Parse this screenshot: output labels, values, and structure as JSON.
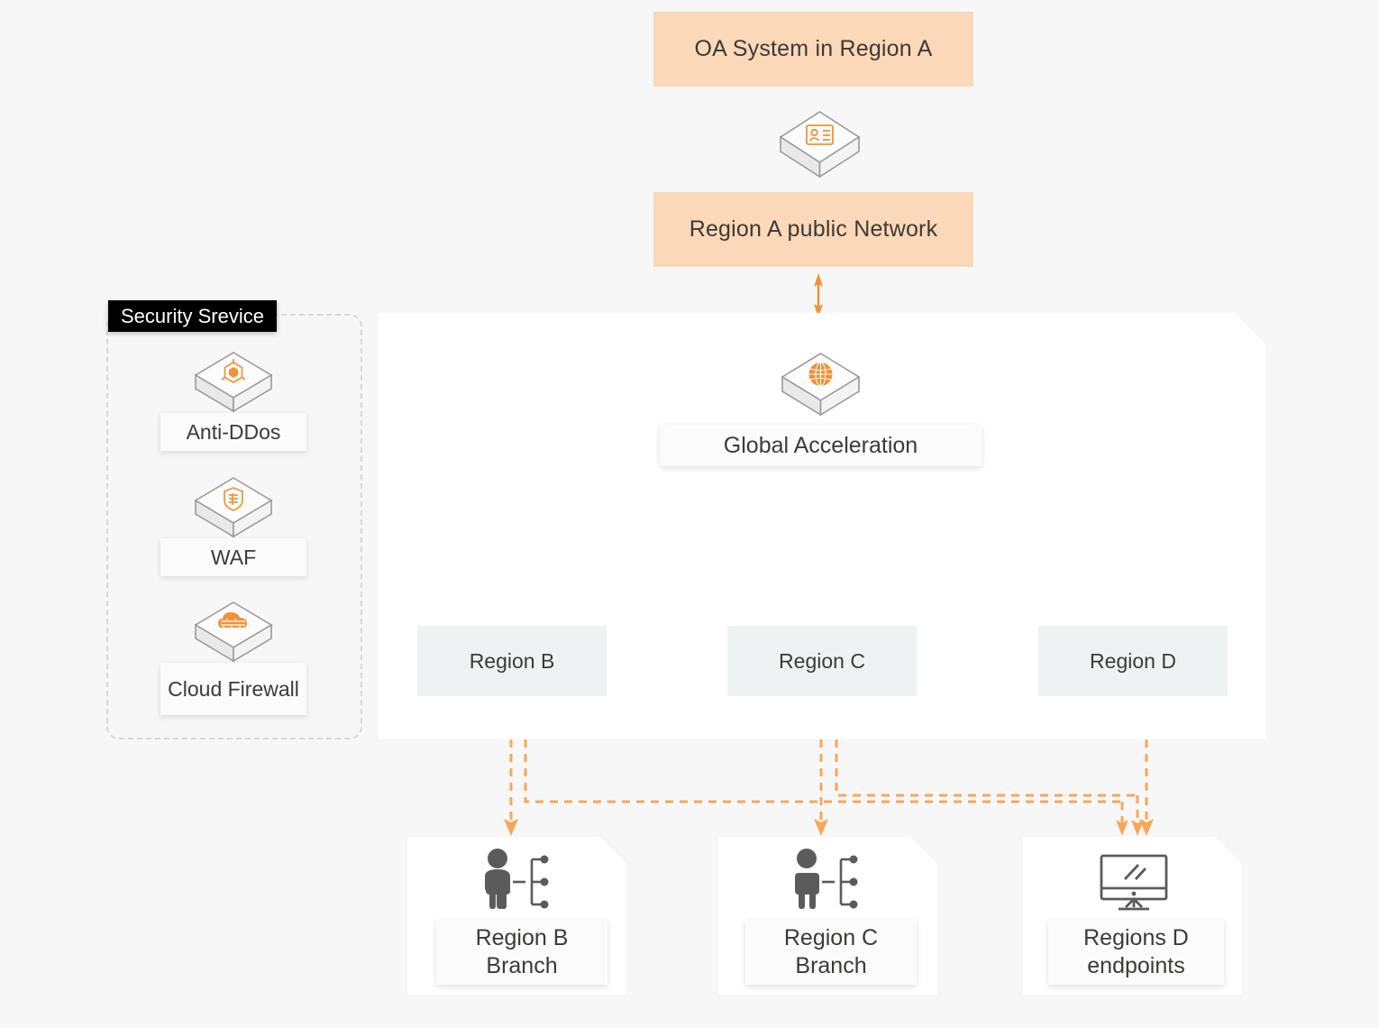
{
  "page": {
    "background": "#f7f7f7",
    "accent_orange": "#f29137",
    "peach_fill": "#fbd8b7",
    "region_fill": "#eef2f2",
    "text_color": "#3d3a38"
  },
  "top": {
    "oa_system": "OA System in Region A",
    "region_a_network": "Region A public Network",
    "id_card_icon": "id-card-icon",
    "bidirectional_arrow": "bidirectional-arrow"
  },
  "security_group": {
    "title": "Security Srevice",
    "items": [
      {
        "label": "Anti-DDos",
        "icon": "anti-ddos-cube-icon"
      },
      {
        "label": "WAF",
        "icon": "waf-shield-cube-icon"
      },
      {
        "label": "Cloud Firewall",
        "icon": "cloud-firewall-cube-icon"
      }
    ]
  },
  "stage": {
    "global_acceleration": {
      "label": "Global Acceleration",
      "icon": "globe-cube-icon"
    },
    "regions": [
      {
        "label": "Region B"
      },
      {
        "label": "Region C"
      },
      {
        "label": "Region D"
      }
    ]
  },
  "endpoints": [
    {
      "label": "Region B\nBranch",
      "line1": "Region B",
      "line2": "Branch",
      "icon": "user-network-icon"
    },
    {
      "label": "Region C\nBranch",
      "line1": "Region C",
      "line2": "Branch",
      "icon": "user-network-icon"
    },
    {
      "label": "Regions D\nendpoints",
      "line1": "Regions D",
      "line2": "endpoints",
      "icon": "desktop-monitor-icon"
    }
  ]
}
